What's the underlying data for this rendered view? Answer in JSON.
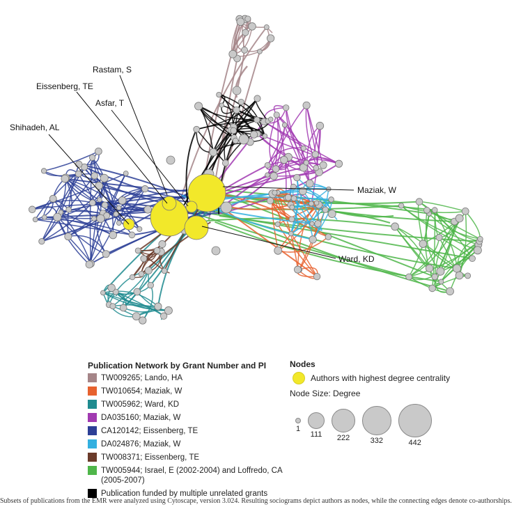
{
  "callouts": {
    "rastam": "Rastam, S",
    "eissenberg": "Eissenberg, TE",
    "asfar": "Asfar, T",
    "shihadeh": "Shihadeh, AL",
    "maziak": "Maziak, W",
    "ward": "Ward, KD"
  },
  "legend": {
    "title": "Publication Network by Grant Number and PI",
    "items": [
      {
        "color": "#a58588",
        "label": "TW009265; Lando, HA"
      },
      {
        "color": "#e7622f",
        "label": "TW010654; Maziak, W"
      },
      {
        "color": "#1f8b8f",
        "label": "TW005962; Ward, KD"
      },
      {
        "color": "#a13ab1",
        "label": "DA035160; Maziak, W"
      },
      {
        "color": "#2d3f96",
        "label": "CA120142; Eissenberg, TE"
      },
      {
        "color": "#33b0e0",
        "label": "DA024876; Maziak, W"
      },
      {
        "color": "#6b3b2a",
        "label": "TW008371; Eissenberg, TE"
      },
      {
        "color": "#4fb64a",
        "label": "TW005944; Israel, E (2002-2004) and Loffredo, CA (2005-2007)"
      },
      {
        "color": "#000000",
        "label": "Publication funded by multiple unrelated grants"
      }
    ]
  },
  "nodes_legend": {
    "title": "Nodes",
    "highlight_label": "Authors with highest degree centrality",
    "highlight_color": "#f2e82a",
    "size_title": "Node Size: Degree",
    "sizes": [
      {
        "label": "1",
        "degree": 1
      },
      {
        "label": "111",
        "degree": 111
      },
      {
        "label": "222",
        "degree": 222
      },
      {
        "label": "332",
        "degree": 332
      },
      {
        "label": "442",
        "degree": 442
      }
    ]
  },
  "caption": "Subsets of publications from the EMR were analyzed using Cytoscape, version 3.024. Resulting sociograms depict authors as nodes, while the connecting edges denote co-authorships."
}
